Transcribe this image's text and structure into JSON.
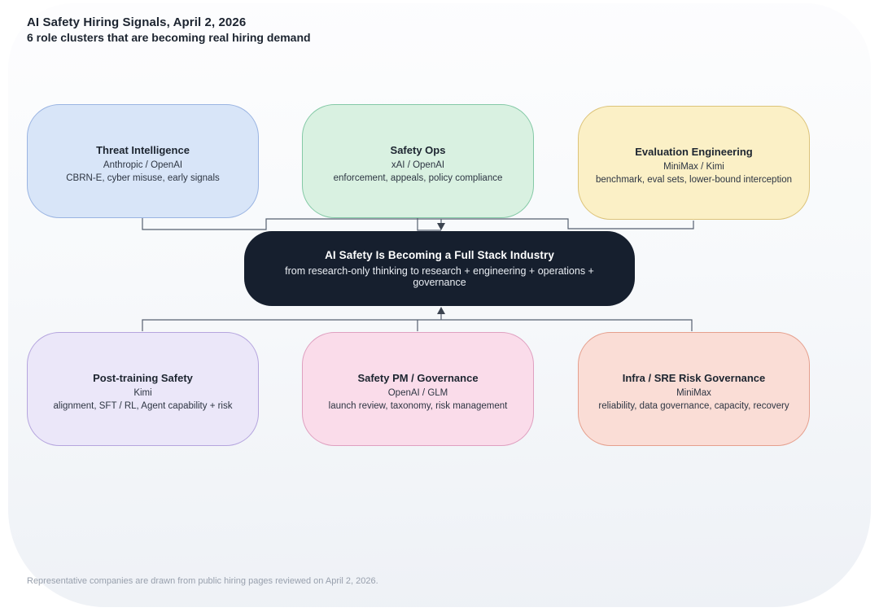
{
  "header": {
    "title": "AI Safety Hiring Signals, April 2, 2026",
    "subtitle": "6 role clusters that are becoming real hiring demand"
  },
  "center": {
    "title": "AI Safety Is Becoming a Full Stack Industry",
    "subtitle": "from research-only thinking to research + engineering + operations + governance",
    "fill": "#161f2e",
    "text_color": "#ffffff"
  },
  "clusters": [
    {
      "id": "threat-intelligence",
      "title": "Threat Intelligence",
      "companies": "Anthropic / OpenAI",
      "focus": "CBRN-E, cyber misuse, early signals",
      "fill": "#d8e5f8",
      "border": "#9ab4e2"
    },
    {
      "id": "safety-ops",
      "title": "Safety Ops",
      "companies": "xAI / OpenAI",
      "focus": "enforcement, appeals, policy compliance",
      "fill": "#d9f1e1",
      "border": "#84c9a6"
    },
    {
      "id": "evaluation-engineering",
      "title": "Evaluation Engineering",
      "companies": "MiniMax / Kimi",
      "focus": "benchmark, eval sets, lower-bound interception",
      "fill": "#fbf0c6",
      "border": "#dcc379"
    },
    {
      "id": "post-training-safety",
      "title": "Post-training Safety",
      "companies": "Kimi",
      "focus": "alignment, SFT / RL, Agent capability + risk",
      "fill": "#ebe7f9",
      "border": "#b5a5de"
    },
    {
      "id": "safety-pm-governance",
      "title": "Safety PM / Governance",
      "companies": "OpenAI / GLM",
      "focus": "launch review, taxonomy, risk management",
      "fill": "#fadcea",
      "border": "#dfa0c0"
    },
    {
      "id": "infra-sre-risk-governance",
      "title": "Infra / SRE Risk Governance",
      "companies": "MiniMax",
      "focus": "reliability, data governance, capacity, recovery",
      "fill": "#faddd6",
      "border": "#e59f8d"
    }
  ],
  "footer": {
    "note": "Representative companies are drawn from public hiring pages reviewed on April 2, 2026."
  },
  "connector_color": "#566070"
}
